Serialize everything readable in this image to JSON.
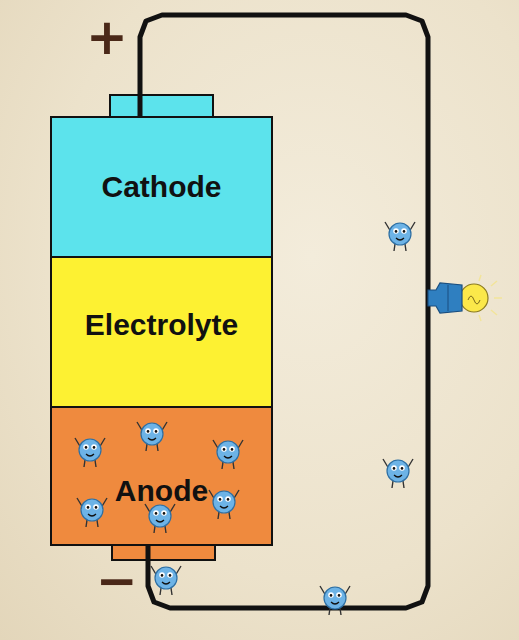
{
  "diagram": {
    "nodes": [
      {
        "text": [
          "Cathode"
        ]
      },
      {
        "text": [
          "Electrolyte"
        ]
      },
      {
        "text": [
          "Anode"
        ]
      }
    ],
    "edges": [
      {
        "from": 2,
        "to": 0,
        "arrow": "none"
      }
    ],
    "labels": [
      "+",
      "−"
    ]
  }
}
